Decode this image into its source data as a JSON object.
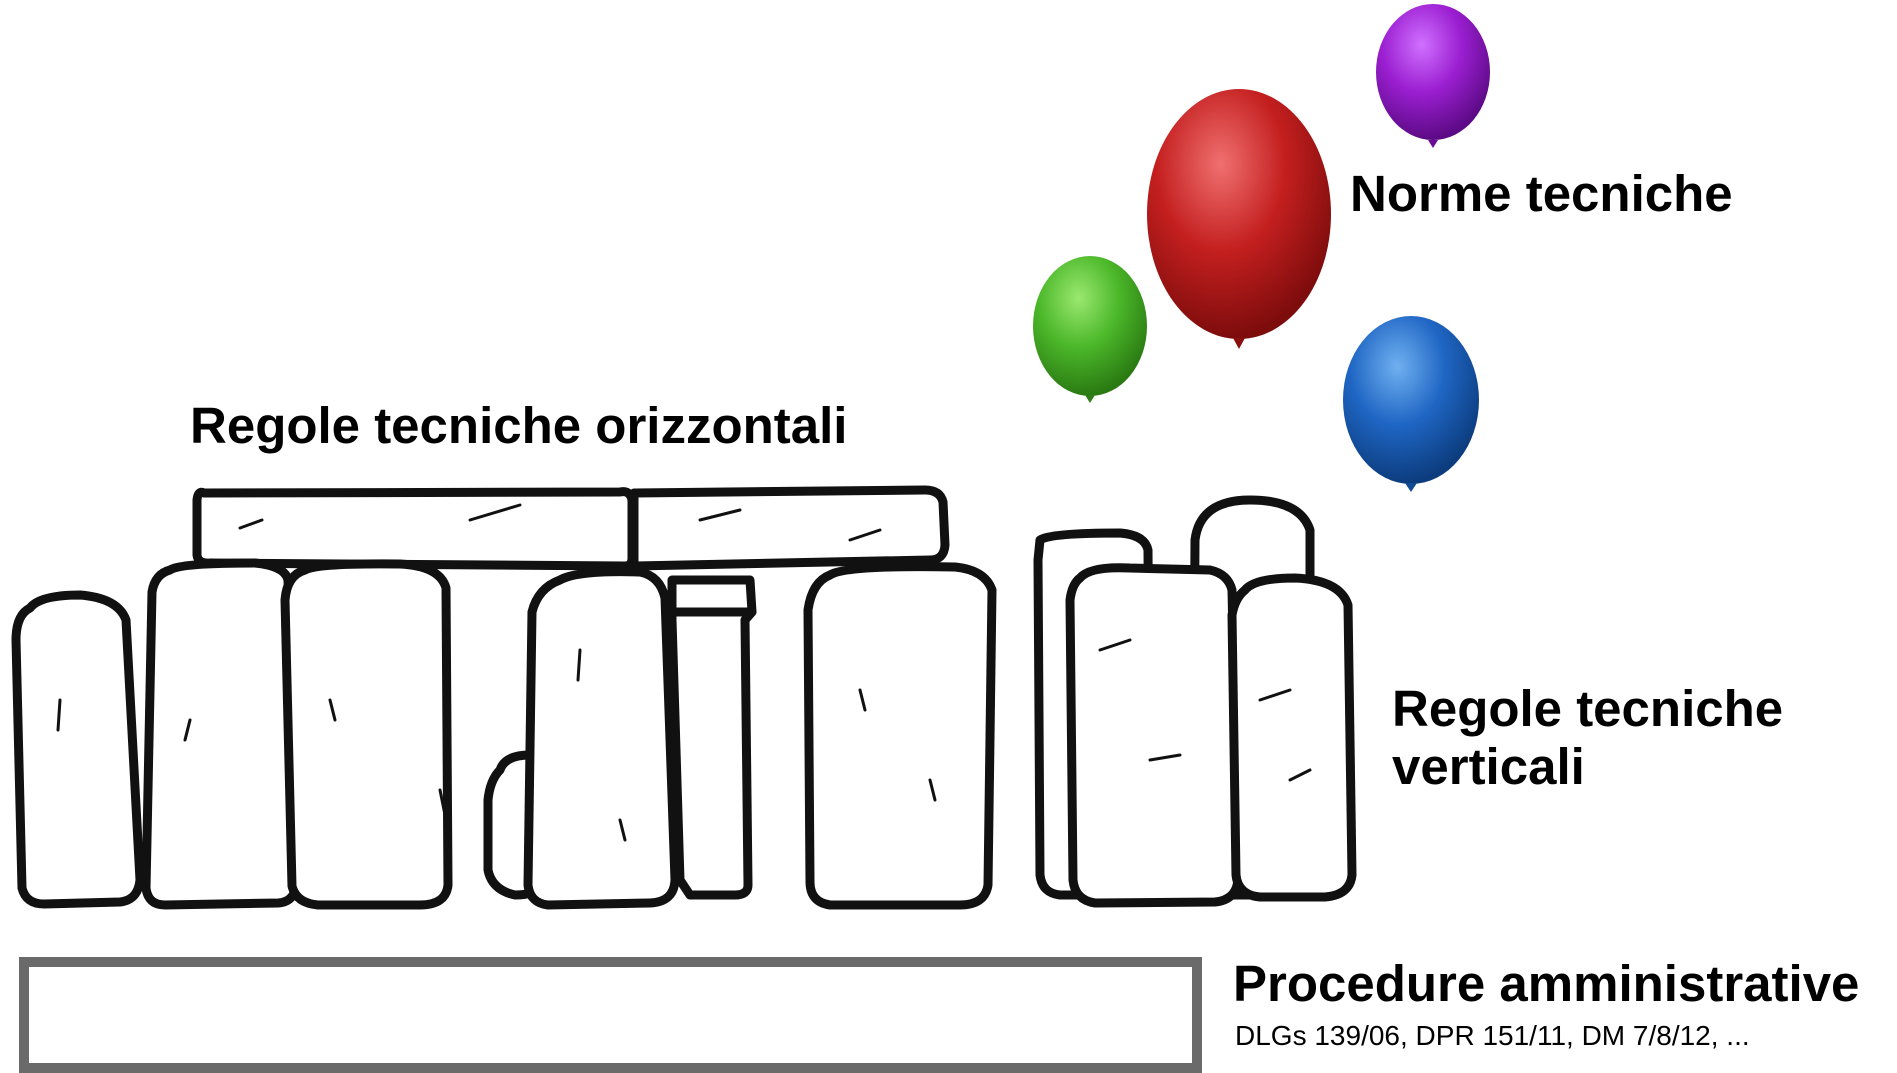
{
  "labels": {
    "horizontal_rules": "Regole tecniche orizzontali",
    "technical_norms": "Norme tecniche",
    "vertical_rules_line1": "Regole tecniche",
    "vertical_rules_line2": "verticali",
    "admin_procedures": "Procedure amministrative",
    "admin_references": "DLGs 139/06, DPR 151/11, DM 7/8/12, ..."
  },
  "icons": {
    "stonehenge": "stonehenge-drawing",
    "balloons": [
      "purple-balloon-icon",
      "red-balloon-icon",
      "green-balloon-icon",
      "blue-balloon-icon"
    ]
  },
  "colors": {
    "balloon_purple": "#9b1fd1",
    "balloon_red": "#c41f1f",
    "balloon_green": "#4cb82a",
    "balloon_blue": "#1f66c4",
    "foundation_border": "#6a6a6a"
  }
}
